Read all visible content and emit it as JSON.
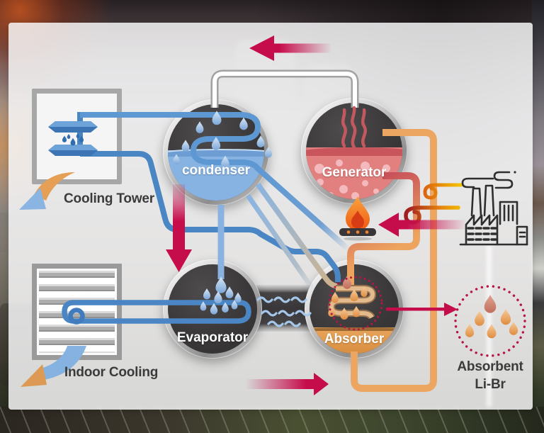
{
  "diagram": {
    "title_context": "Absorption chiller process diagram",
    "vessels": {
      "condenser": "condenser",
      "generator": "Generator",
      "evaporator": "Evaporator",
      "absorber": "Absorber"
    },
    "labels": {
      "cooling_tower": "Cooling Tower",
      "indoor_cooling": "Indoor Cooling",
      "absorbent_line1": "Absorbent",
      "absorbent_line2": "Li-Br"
    },
    "icons": {
      "cooling_tower_icon": "louver slats with falling water drops",
      "indoor_unit_icon": "louvered air handling unit",
      "factory_icon": "outlined factory with chimneys and smoke",
      "flame_icon": "gas burner flame",
      "wind_swirl_icon": "two curling heat-flow swirls",
      "water_drop_icon": "blue refrigerant droplets",
      "absorbent_drop_icon": "orange lithium-bromide droplets",
      "vapor_wave_icon": "blue vapor tildes in crossover duct",
      "flow_arrow_icon": "crimson directional flow arrows"
    },
    "colors": {
      "crimson_arrow": "#c60d4c",
      "pipe_orange": "#eda661",
      "pipe_blue": "#4a86c4",
      "pipe_light_blue": "#8ab2e0",
      "pipe_white": "#ffffff",
      "solution_tan": "#cdb28d",
      "condenser_liquid": "#87b3e2",
      "generator_liquid": "#e2807f",
      "absorber_liquid": "#e8a55c",
      "vessel_dark": "#3a3839",
      "panel": "#f9f9fa",
      "label_dark": "#3b3b3b"
    }
  }
}
